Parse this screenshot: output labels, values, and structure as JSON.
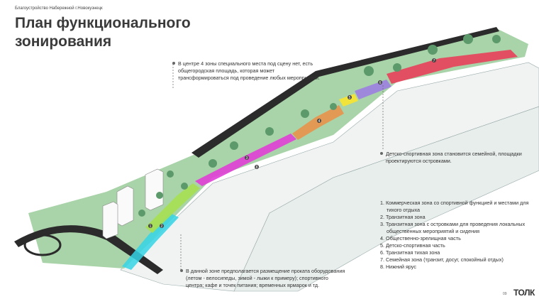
{
  "header": {
    "subtitle": "Благоустройство Набережной г.Новокузнецк",
    "title": "План функционального зонирования"
  },
  "notes": {
    "center": "В центре 4 зоны специального места под сцену нет, есть общегородская площадь, которая может трансформироваться под проведение любых мероприятий.",
    "family": "Детско-спортивная зона становится семейной, площадки проектируются островками.",
    "rental": "В данной зоне предполагается размещение проката оборудования (летом - велосипеды, зимой - лыжи к примеру); спортивного центра; кафе и точек питания; временных ярмарок и тд."
  },
  "legend": [
    "1. Коммерческая зона со спортивной функцией и местами для тихого отдыха",
    "2. Транзитная зона",
    "3. Транзитная зона с островками для проведения локальных общественных мероприятий и сидения",
    "4. Общественно-зрелищная часть",
    "5. Детско-спортивная часть",
    "6. Транзитная тихая зона",
    "7. Семейная зона (транзит, досуг, спокойный отдых)",
    "8. Нижний ярус"
  ],
  "zone_markers": [
    "1",
    "2",
    "3",
    "4",
    "5",
    "6",
    "7",
    "8"
  ],
  "zone_colors": {
    "1": "#35d3e6",
    "2": "#a6e052",
    "3": "#e03fd6",
    "4": "#e8924a",
    "5": "#f1e33a",
    "6": "#9b7fe0",
    "7": "#e8405a",
    "8": "#d9dcdc"
  },
  "footer": {
    "page": "09",
    "logo": "ТОЛК"
  }
}
